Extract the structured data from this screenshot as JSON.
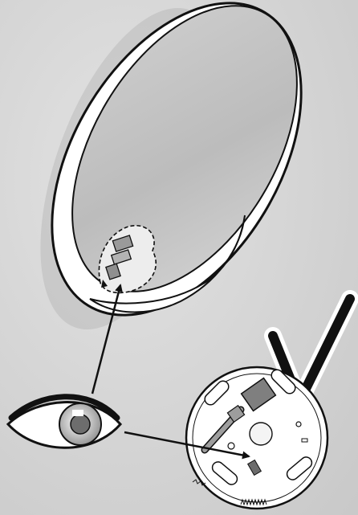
{
  "figure": {
    "kind": "installation-diagram",
    "background_color": "#d6d6d6",
    "line_color": "#111111",
    "device_fill": "#ffffff",
    "lens_fill": "#bdbdbd",
    "icons": {
      "device": "mirror-shaped-device-icon",
      "eye": "eye-icon",
      "checkmark": "checkmark-icon",
      "base": "round-mounting-base-icon"
    },
    "arrows": [
      {
        "name": "eye-to-device-connector-arrow"
      },
      {
        "name": "eye-to-base-connector-arrow"
      }
    ]
  }
}
